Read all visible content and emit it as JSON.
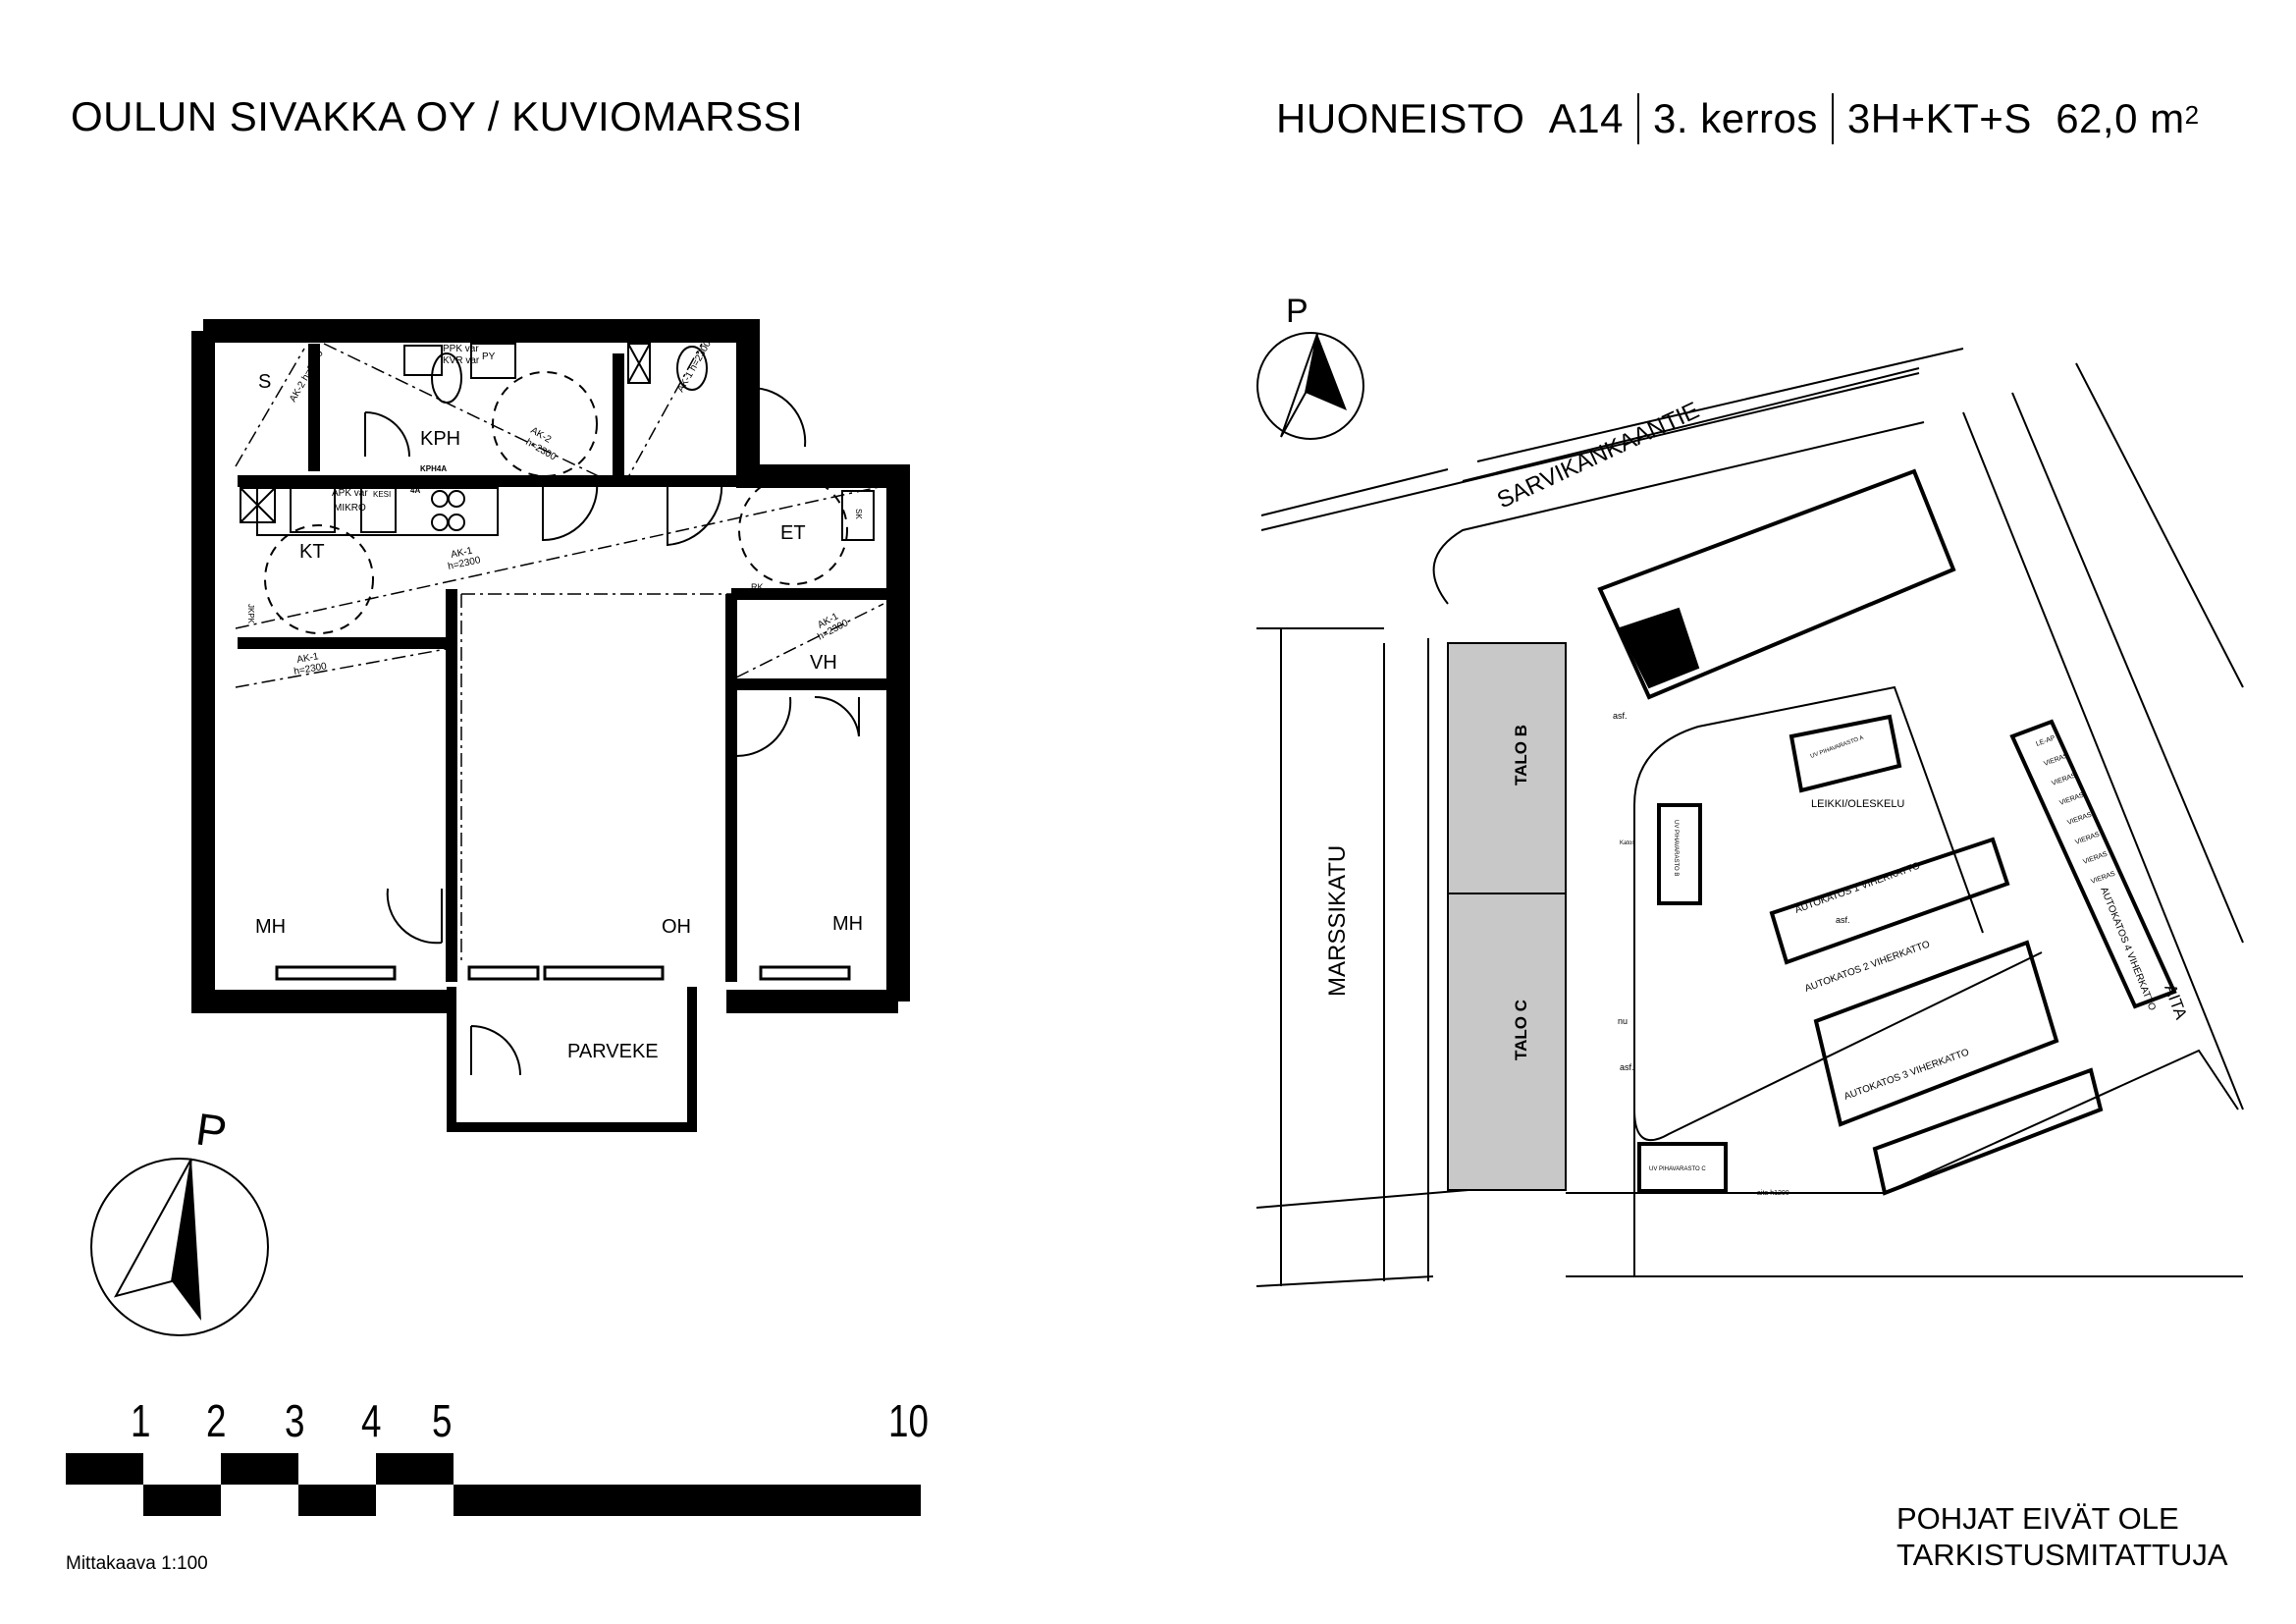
{
  "header": {
    "left_title": "OULUN SIVAKKA OY / KUVIOMARSSI",
    "apartment_label": "HUONEISTO",
    "apartment_id": "A14",
    "floor": "3. kerros",
    "type": "3H+KT+S",
    "area": "62,0 m",
    "area_sup": "2"
  },
  "floor_plan": {
    "rooms": {
      "sauna": "S",
      "bathroom": "KPH",
      "kitchen": "KT",
      "entry": "ET",
      "closet": "VH",
      "bedroom_left": "MH",
      "living": "OH",
      "bedroom_right": "MH",
      "balcony": "PARVEKE"
    },
    "annotations": {
      "ak2_sauna": "AK-2 h=2300",
      "ak2_kph": "AK-2",
      "ak2_kph_h": "h=2300",
      "ak1_wc": "AK-1 h=2300",
      "ak1_hall": "AK-1",
      "ak1_hall_h": "h=2300",
      "ak1_mh": "AK-1",
      "ak1_mh_h": "h=2300",
      "ak1_vh": "AK-1",
      "ak1_vh_h": "h=2300",
      "ppk": "PPK var",
      "kvr": "KVR var",
      "py": "PY",
      "kph4a": "KPH4A",
      "apk": "APK var",
      "mikro": "MIKRO",
      "kesi": "KESI",
      "a4": "4A",
      "sk": "SK",
      "rk": "RK",
      "jkpk": "JKPK"
    },
    "north_label": "P"
  },
  "scale_bar": {
    "numbers": [
      "1",
      "2",
      "3",
      "4",
      "5",
      "10"
    ],
    "caption": "Mittakaava 1:100"
  },
  "site_plan": {
    "north_label": "P",
    "streets": {
      "north": "SARVIKANKAANTIE",
      "west": "MARSSIKATU"
    },
    "buildings": {
      "talo_b": "TALO B",
      "talo_c": "TALO C"
    },
    "labels": {
      "aita": "AITA",
      "play": "LEIKKI/OLESKELU",
      "carport1": "AUTOKATOS 1 VIHERKATTO",
      "carport2": "AUTOKATOS 2 VIHERKATTO",
      "carport3": "AUTOKATOS 3 VIHERKATTO",
      "carport4": "AUTOKATOS 4 VIHERKATTO",
      "storage_a": "UV PIHAVARASTO A",
      "storage_b": "UV PIHAVARASTO B",
      "storage_c": "UV PIHAVARASTO C",
      "asf": "asf.",
      "nu": "nu",
      "katos": "Katos",
      "aita_h": "aita h1200"
    },
    "guest_spots": [
      "LE-AP",
      "VIERAS",
      "VIERAS",
      "VIERAS",
      "VIERAS",
      "VIERAS",
      "VIERAS",
      "VIERAS"
    ]
  },
  "footer": {
    "disclaimer_line1": "POHJAT EIVÄT OLE",
    "disclaimer_line2": "TARKISTUSMITATTUJA"
  }
}
